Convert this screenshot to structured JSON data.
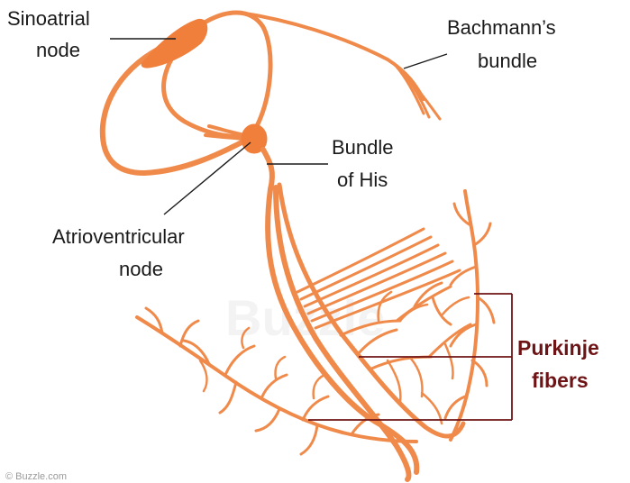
{
  "colors": {
    "conduction": "#f08a4b",
    "node_fill": "#f07f3c",
    "leader_line": "#1a1a1a",
    "purkinje_label": "#6f1416"
  },
  "labels": {
    "sa_node": [
      "Sinoatrial",
      "node"
    ],
    "bachmann": [
      "Bachmann’s",
      "bundle"
    ],
    "his": [
      "Bundle",
      "of His"
    ],
    "av_node": [
      "Atrioventricular",
      "node"
    ],
    "purkinje": [
      "Purkinje",
      "fibers"
    ]
  },
  "credit": "© Buzzle.com",
  "watermark": "Buzzle"
}
